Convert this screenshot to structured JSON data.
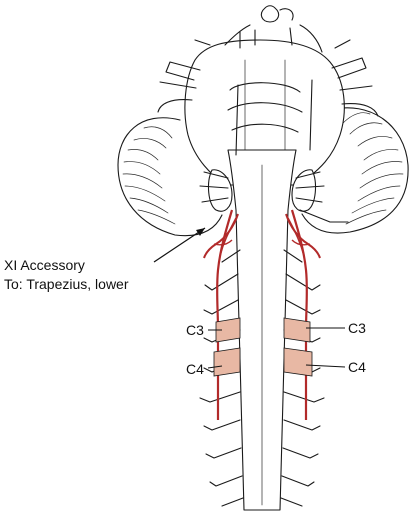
{
  "labels": {
    "accessory_line1": "XI Accessory",
    "accessory_line2": "To: Trapezius, lower",
    "c3_left": "C3",
    "c3_right": "C3",
    "c4_left": "C4",
    "c4_right": "C4"
  },
  "colors": {
    "highlight_root": "#e8b8a4",
    "artery": "#b22a2a",
    "ink": "#1a1a1a"
  }
}
